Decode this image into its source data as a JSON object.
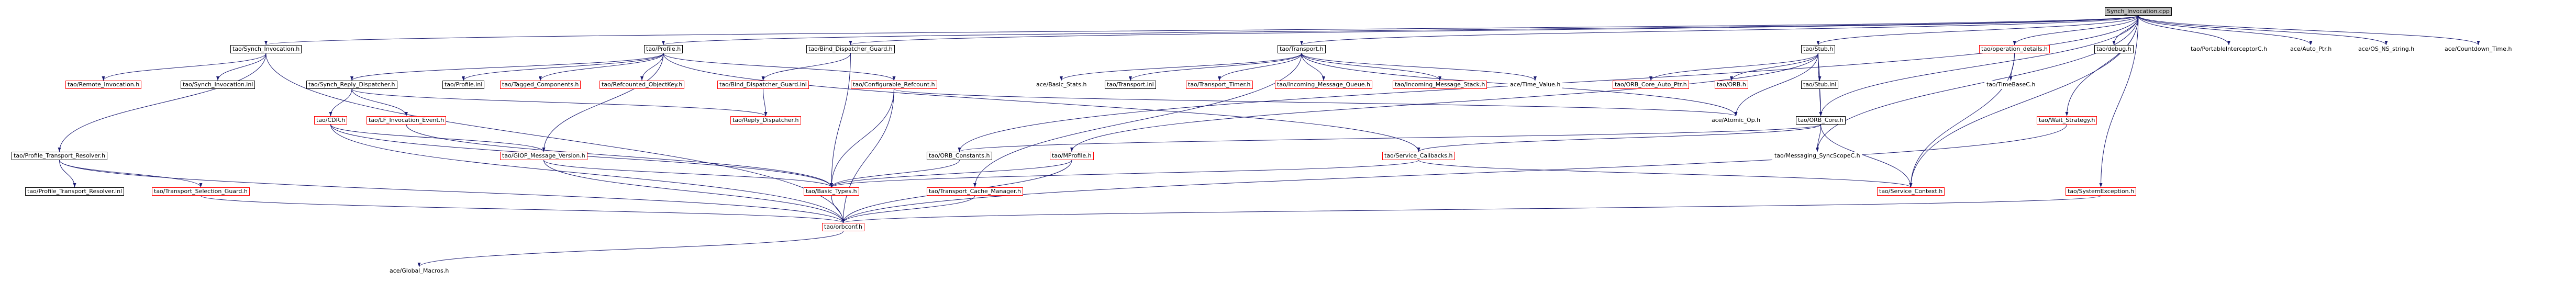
{
  "graph": {
    "edge_color": "#191970",
    "nodes": [
      {
        "id": "n0",
        "label": "Synch_Invocation.cpp",
        "kind": "root"
      },
      {
        "id": "n1",
        "label": "tao/Synch_Invocation.h",
        "kind": "doc"
      },
      {
        "id": "n2",
        "label": "tao/Profile.h",
        "kind": "doc"
      },
      {
        "id": "n3",
        "label": "tao/Bind_Dispatcher_Guard.h",
        "kind": "doc"
      },
      {
        "id": "n4",
        "label": "tao/Transport.h",
        "kind": "doc"
      },
      {
        "id": "n5",
        "label": "tao/Stub.h",
        "kind": "doc"
      },
      {
        "id": "n6",
        "label": "tao/operation_details.h",
        "kind": "red"
      },
      {
        "id": "n7",
        "label": "tao/debug.h",
        "kind": "doc"
      },
      {
        "id": "n8",
        "label": "tao/PortableInterceptorC.h",
        "kind": "plain"
      },
      {
        "id": "n9",
        "label": "ace/Auto_Ptr.h",
        "kind": "plain"
      },
      {
        "id": "n10",
        "label": "ace/OS_NS_string.h",
        "kind": "plain"
      },
      {
        "id": "n11",
        "label": "ace/Countdown_Time.h",
        "kind": "plain"
      },
      {
        "id": "n12",
        "label": "tao/Remote_Invocation.h",
        "kind": "red"
      },
      {
        "id": "n13",
        "label": "tao/Synch_Invocation.inl",
        "kind": "doc"
      },
      {
        "id": "n14",
        "label": "tao/Synch_Reply_Dispatcher.h",
        "kind": "doc"
      },
      {
        "id": "n15",
        "label": "tao/Profile.inl",
        "kind": "doc"
      },
      {
        "id": "n16",
        "label": "tao/Tagged_Components.h",
        "kind": "red"
      },
      {
        "id": "n17",
        "label": "tao/Refcounted_ObjectKey.h",
        "kind": "red"
      },
      {
        "id": "n18",
        "label": "tao/Configurable_Refcount.h",
        "kind": "red"
      },
      {
        "id": "n19",
        "label": "tao/Bind_Dispatcher_Guard.inl",
        "kind": "red"
      },
      {
        "id": "n20",
        "label": "ace/Basic_Stats.h",
        "kind": "plain"
      },
      {
        "id": "n21",
        "label": "tao/Transport.inl",
        "kind": "doc"
      },
      {
        "id": "n22",
        "label": "tao/Transport_Timer.h",
        "kind": "red"
      },
      {
        "id": "n23",
        "label": "tao/Incoming_Message_Queue.h",
        "kind": "red"
      },
      {
        "id": "n24",
        "label": "tao/Incoming_Message_Stack.h",
        "kind": "red"
      },
      {
        "id": "n25",
        "label": "ace/Time_Value.h",
        "kind": "plain"
      },
      {
        "id": "n26",
        "label": "tao/ORB_Core_Auto_Ptr.h",
        "kind": "red"
      },
      {
        "id": "n27",
        "label": "tao/ORB.h",
        "kind": "red"
      },
      {
        "id": "n28",
        "label": "tao/Stub.inl",
        "kind": "doc"
      },
      {
        "id": "n29",
        "label": "tao/TimeBaseC.h",
        "kind": "plain"
      },
      {
        "id": "n30",
        "label": "tao/CDR.h",
        "kind": "red"
      },
      {
        "id": "n31",
        "label": "tao/LF_Invocation_Event.h",
        "kind": "red"
      },
      {
        "id": "n32",
        "label": "tao/Reply_Dispatcher.h",
        "kind": "red"
      },
      {
        "id": "n33",
        "label": "ace/Atomic_Op.h",
        "kind": "plain"
      },
      {
        "id": "n34",
        "label": "tao/ORB_Core.h",
        "kind": "doc"
      },
      {
        "id": "n35",
        "label": "tao/Wait_Strategy.h",
        "kind": "red"
      },
      {
        "id": "n36",
        "label": "tao/Profile_Transport_Resolver.h",
        "kind": "doc"
      },
      {
        "id": "n37",
        "label": "tao/GIOP_Message_Version.h",
        "kind": "red"
      },
      {
        "id": "n38",
        "label": "tao/ORB_Constants.h",
        "kind": "doc"
      },
      {
        "id": "n39",
        "label": "tao/MProfile.h",
        "kind": "red"
      },
      {
        "id": "n40",
        "label": "tao/Service_Callbacks.h",
        "kind": "red"
      },
      {
        "id": "n41",
        "label": "tao/Messaging_SyncScopeC.h",
        "kind": "plain"
      },
      {
        "id": "n42",
        "label": "tao/Profile_Transport_Resolver.inl",
        "kind": "doc"
      },
      {
        "id": "n43",
        "label": "tao/Transport_Selection_Guard.h",
        "kind": "red"
      },
      {
        "id": "n44",
        "label": "tao/Basic_Types.h",
        "kind": "red"
      },
      {
        "id": "n45",
        "label": "tao/Transport_Cache_Manager.h",
        "kind": "red"
      },
      {
        "id": "n46",
        "label": "tao/Service_Context.h",
        "kind": "red"
      },
      {
        "id": "n47",
        "label": "tao/SystemException.h",
        "kind": "red"
      },
      {
        "id": "n48",
        "label": "tao/orbconf.h",
        "kind": "red"
      },
      {
        "id": "n49",
        "label": "ace/Global_Macros.h",
        "kind": "plain"
      }
    ]
  }
}
